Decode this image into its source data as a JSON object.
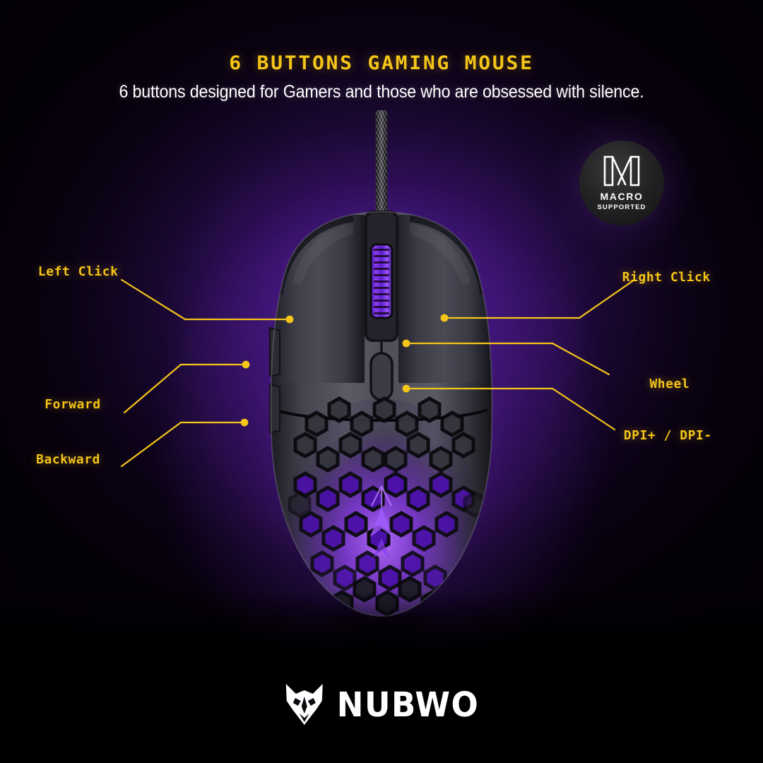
{
  "header": {
    "title": "6 BUTTONS GAMING MOUSE",
    "subtitle": "6 buttons designed for Gamers and those who are obsessed with silence."
  },
  "badge": {
    "logo_icon": "macro-m-icon",
    "word": "MACRO",
    "sub": "SUPPORTED",
    "ring_colors": [
      "#f2c21b",
      "#f58a1f",
      "#ef3b2e",
      "#e8268f",
      "#9b2fd0",
      "#5a3fd6",
      "#2f7fe0",
      "#22c3c8",
      "#45c940",
      "#a8d423"
    ]
  },
  "callouts": {
    "left": [
      {
        "label": "Left Click"
      },
      {
        "label": "Forward"
      },
      {
        "label": "Backward"
      }
    ],
    "right": [
      {
        "label": "Right Click"
      },
      {
        "label": "Wheel"
      },
      {
        "label": "DPI+ / DPI-"
      }
    ]
  },
  "product": {
    "mouse_icon": "gaming-mouse-icon",
    "cable_icon": "braided-cable-icon",
    "wheel_icon": "scroll-wheel-icon",
    "dpi_button_icon": "dpi-button-icon",
    "honeycomb_icon": "honeycomb-shell-icon"
  },
  "brand": {
    "mark_icon": "nubwo-wolf-icon",
    "name": "NUBWO"
  },
  "colors": {
    "accent": "#F5C518",
    "rgb_purple": "#7C30D6",
    "background": "#060109",
    "text": "#FFFFFF"
  }
}
